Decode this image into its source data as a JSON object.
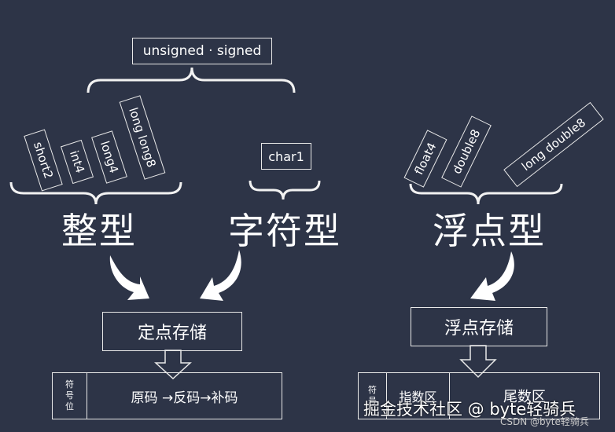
{
  "top_label": "unsigned · signed",
  "integer": {
    "title": "整型",
    "types": [
      "short2",
      "int4",
      "long4",
      "long long8"
    ]
  },
  "char": {
    "title": "字符型",
    "types": [
      "char1"
    ]
  },
  "float": {
    "title": "浮点型",
    "types": [
      "float4",
      "double8",
      "long double8"
    ]
  },
  "fixed_storage": {
    "label": "定点存储",
    "sign": "符号位",
    "codes": "原码 →反码→补码"
  },
  "float_storage": {
    "label": "浮点存储",
    "sign": "符号",
    "exponent": "指数区",
    "mantissa": "尾数区"
  },
  "watermark": {
    "main": "掘金技术社区 @ byte轻骑兵",
    "small": "CSDN @byte轻骑兵"
  }
}
